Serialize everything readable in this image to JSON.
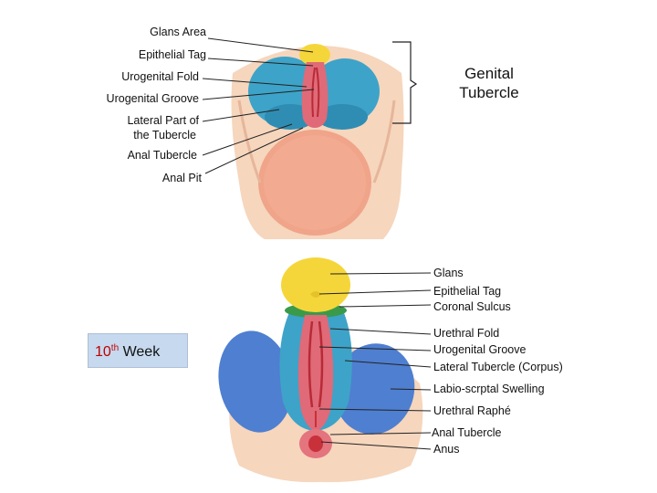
{
  "top_figure": {
    "labels": [
      {
        "key": "glans_area",
        "text": "Glans Area"
      },
      {
        "key": "epithelial_tag",
        "text": "Epithelial Tag"
      },
      {
        "key": "urogenital_fold",
        "text": "Urogenital Fold"
      },
      {
        "key": "urogenital_groove",
        "text": "Urogenital Groove"
      },
      {
        "key": "lateral_part_1",
        "text": "Lateral Part of"
      },
      {
        "key": "lateral_part_2",
        "text": "the Tubercle"
      },
      {
        "key": "anal_tubercle",
        "text": "Anal Tubercle"
      },
      {
        "key": "anal_pit",
        "text": "Anal Pit"
      }
    ],
    "bracket_label_line1": "Genital",
    "bracket_label_line2": "Tubercle"
  },
  "bottom_figure": {
    "labels": [
      {
        "key": "glans",
        "text": "Glans"
      },
      {
        "key": "epithelial_tag",
        "text": "Epithelial Tag"
      },
      {
        "key": "coronal_sulcus",
        "text": "Coronal Sulcus"
      },
      {
        "key": "urethral_fold",
        "text": "Urethral Fold"
      },
      {
        "key": "urogenital_groove",
        "text": "Urogenital Groove"
      },
      {
        "key": "lateral_tubercle",
        "text": "Lateral Tubercle (Corpus)"
      },
      {
        "key": "labio_scrotal",
        "text": "Labio-scrptal Swelling"
      },
      {
        "key": "urethral_raphe",
        "text": "Urethral Raphé"
      },
      {
        "key": "anal_tubercle",
        "text": "Anal Tubercle"
      },
      {
        "key": "anus",
        "text": "Anus"
      }
    ]
  },
  "week_label": {
    "number": "10",
    "suffix": "th",
    "word": "Week"
  },
  "colors": {
    "glans_yellow": "#f5d63a",
    "tubercle_blue": "#3ea3c8",
    "swelling_blue": "#4f7fd0",
    "fold_pink": "#e06a78",
    "groove_red": "#c8303a",
    "skin": "#f3c9a8",
    "anal_area": "#f0a48a",
    "week_red": "#c00000"
  }
}
